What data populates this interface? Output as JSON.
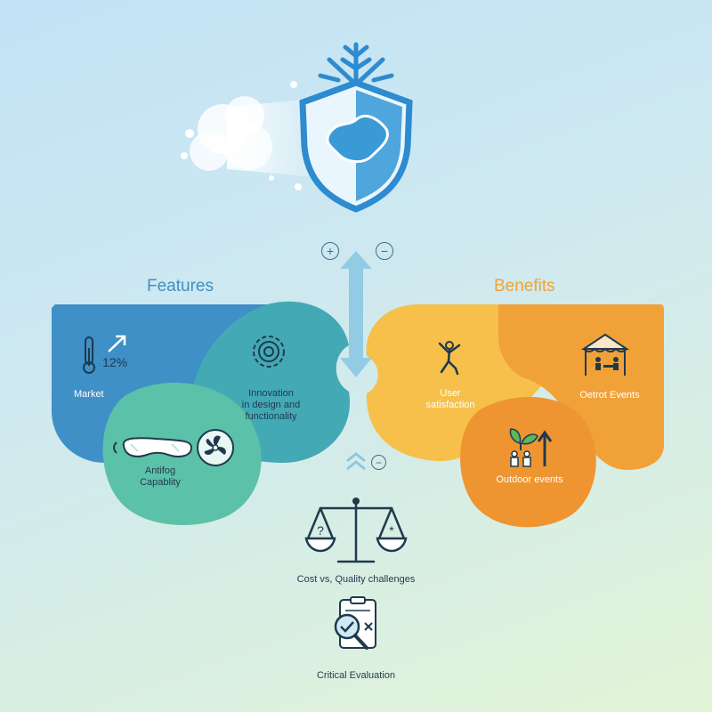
{
  "headings": {
    "features": "Features",
    "benefits": "Benefits"
  },
  "features": {
    "market_stat": "12%",
    "market_label": "Market",
    "innovation_label": "Innovation\nin design and\nfunctionality",
    "antifog_label": "Antifog\nCapablity"
  },
  "benefits": {
    "user_label": "User\nsatisfaction",
    "events_label": "Oetrot Events",
    "outdoor_label": "Outdoor events"
  },
  "controls": {
    "plus": "+",
    "minus": "−"
  },
  "bottom": {
    "cost_label": "Cost vs, Quality challenges",
    "critical_label": "Critical Evaluation"
  },
  "icons": [
    "snowflake-shield-icon",
    "thermometer-icon",
    "trend-arrow-icon",
    "gear-icon",
    "goggles-icon",
    "fan-icon",
    "cheering-person-icon",
    "event-tent-icon",
    "plant-growth-icon",
    "scale-icon",
    "clipboard-magnifier-icon"
  ],
  "colors": {
    "features_blue": "#3f90c6",
    "features_teal": "#43a9b4",
    "features_green": "#5cc1a9",
    "benefits_yellow": "#f6c04a",
    "benefits_orange": "#f0a238",
    "benefits_deep_orange": "#ee9532",
    "arrow_blue": "#8cc8e2",
    "shield_blue": "#2d8bd0"
  }
}
